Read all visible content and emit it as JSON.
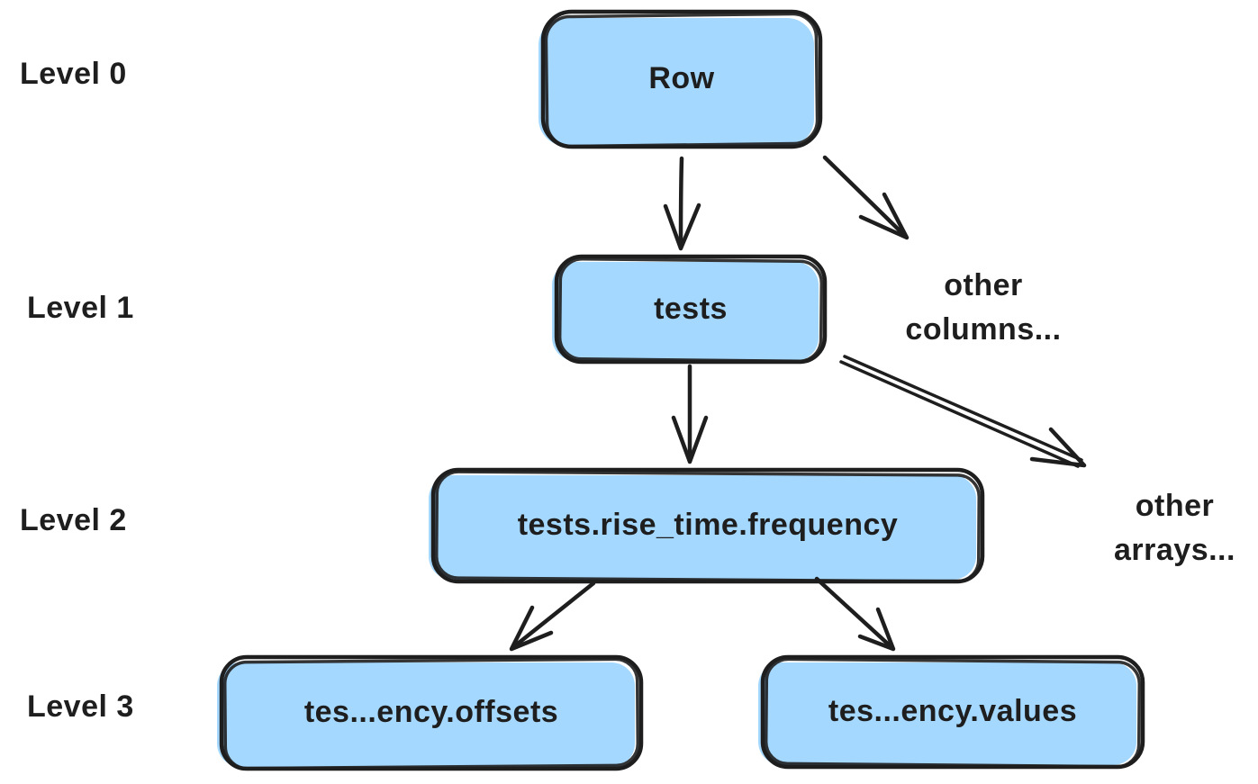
{
  "diagram": {
    "colors": {
      "node_fill": "#a5d8ff",
      "stroke": "#1e1e1e",
      "background": "#ffffff"
    },
    "level_labels": [
      "Level 0",
      "Level 1",
      "Level 2",
      "Level 3"
    ],
    "nodes": {
      "row": {
        "label": "Row"
      },
      "tests": {
        "label": "tests"
      },
      "frequency": {
        "label": "tests.rise_time.frequency"
      },
      "offsets": {
        "label": "tes...ency.offsets"
      },
      "values": {
        "label": "tes...ency.values"
      }
    },
    "annotations": {
      "other_columns": {
        "line1": "other",
        "line2": "columns..."
      },
      "other_arrays": {
        "line1": "other",
        "line2": "arrays..."
      }
    },
    "edges": [
      {
        "from": "Row",
        "to": "tests"
      },
      {
        "from": "Row",
        "to": "other columns..."
      },
      {
        "from": "tests",
        "to": "tests.rise_time.frequency"
      },
      {
        "from": "tests",
        "to": "other arrays..."
      },
      {
        "from": "tests.rise_time.frequency",
        "to": "tes...ency.offsets"
      },
      {
        "from": "tests.rise_time.frequency",
        "to": "tes...ency.values"
      }
    ]
  }
}
